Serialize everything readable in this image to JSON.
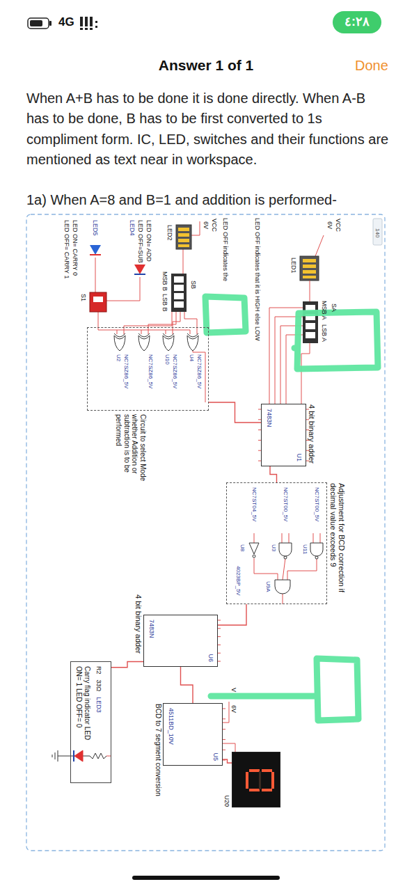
{
  "diagram": {
    "title": "Answer 1 of 1",
    "nodes": [
      {
        "text": [
          "Circuit to select Mode whether Addition or subtraction is to be performed"
        ]
      },
      {
        "text": [
          "4 bit binary adder",
          "U1",
          "7483N"
        ]
      },
      {
        "text": [
          "Adjustment for BCD correction if decimal value exceeds 9"
        ]
      },
      {
        "text": [
          "4 bit binary adder",
          "U6",
          "7483N"
        ]
      },
      {
        "text": [
          "R2",
          "33Ω",
          "LED3",
          "Carry flag indicator LED ON= 1 LED OFF= 0"
        ]
      },
      {
        "text": [
          "U5",
          "4511BD_10V",
          "BCD to 7 segment conversion"
        ]
      },
      {
        "text": [
          "U20"
        ]
      }
    ],
    "edges": [
      {
        "from": 0,
        "to": 1,
        "arrow": "none"
      },
      {
        "from": 1,
        "to": 2,
        "arrow": "none"
      },
      {
        "from": 2,
        "to": 3,
        "arrow": "none"
      },
      {
        "from": 3,
        "to": 5,
        "arrow": "none"
      },
      {
        "from": 5,
        "to": 6,
        "arrow": "none"
      },
      {
        "from": 3,
        "to": 4,
        "arrow": "none"
      }
    ],
    "labels": [
      "4G",
      "٤:٢٨",
      "Done",
      "When A+B has to be done it is done directly. When A-B has to be done, B has to be first converted to 1s compliment form. IC, LED, switches and their functions are mentioned as text near in workspace.",
      "1a) When A=8 and B=1 and addition is performed-",
      "140",
      "VCC",
      "6V",
      "LED1",
      "SA",
      "LSB A",
      "MSB A",
      "LED OFF indicates that it is HIGH else LOW",
      "VCC",
      "6V",
      "LED2",
      "SB",
      "LSB B",
      "MSB B",
      "LED OFF indicates the",
      "LED ON= ADD",
      "LED OFF=SUB",
      "LED4",
      "LED5",
      "LED ON= CARRY 0",
      "LED OFF= CARRY 1",
      "S1",
      "NC7SZ86_5V",
      "U4",
      "NC7SZ86_5V",
      "U10",
      "NC7SZ86_5V",
      "NC7SZ86_5V",
      "U2",
      "NC7ST00_5V",
      "U11",
      "NC7ST00_5V",
      "U3",
      "NC7ST04_5V",
      "U8",
      "U9A",
      "4023BP_5V",
      "V",
      "6V"
    ]
  }
}
